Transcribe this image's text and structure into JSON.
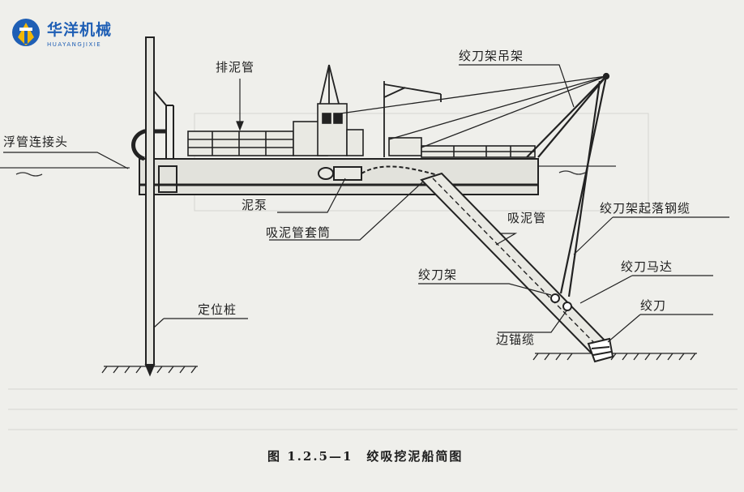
{
  "logo": {
    "name_cn": "华洋机械",
    "name_en": "HUAYANGJIXIE",
    "colors": {
      "blue": "#1f5fb5",
      "yellow": "#f2b705"
    }
  },
  "labels": {
    "discharge_pipe": "排泥管",
    "float_pipe_connector": "浮管连接头",
    "mud_pump": "泥泵",
    "suction_pipe_sleeve": "吸泥管套筒",
    "suction_pipe": "吸泥管",
    "cutter_frame_hanger": "绞刀架吊架",
    "cutter_frame_hoist_cable": "绞刀架起落钢缆",
    "cutter_motor": "绞刀马达",
    "cutter_frame": "绞刀架",
    "side_anchor_cable": "边锚缆",
    "cutter": "绞刀",
    "spud": "定位桩"
  },
  "caption": "图 1.2.5—1　绞吸挖泥船简图"
}
